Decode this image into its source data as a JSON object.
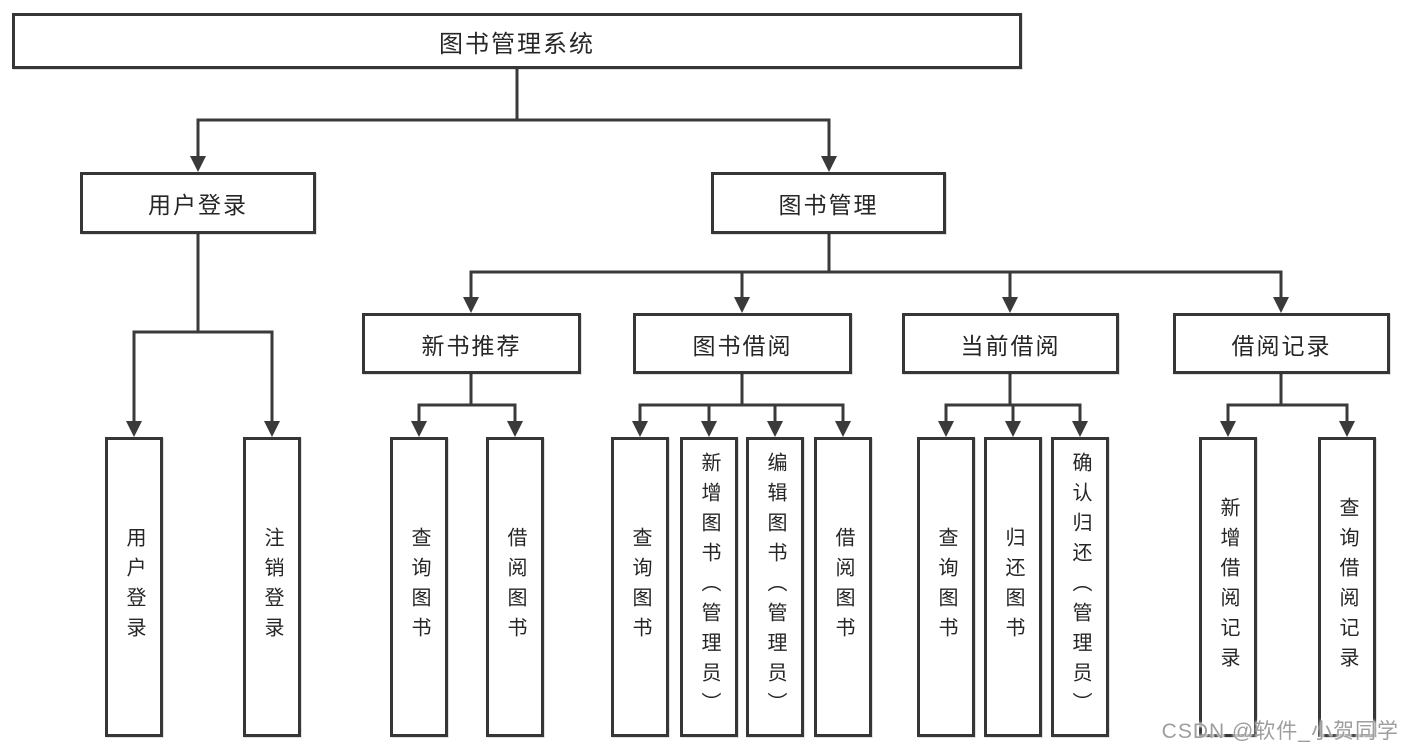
{
  "tree": {
    "label": "图书管理系统",
    "children": [
      {
        "label": "用户登录",
        "children": [
          {
            "label": "用户登录"
          },
          {
            "label": "注销登录"
          }
        ]
      },
      {
        "label": "图书管理",
        "children": [
          {
            "label": "新书推荐",
            "children": [
              {
                "label": "查询图书"
              },
              {
                "label": "借阅图书"
              }
            ]
          },
          {
            "label": "图书借阅",
            "children": [
              {
                "label": "查询图书"
              },
              {
                "label": "新增图书（管理员）"
              },
              {
                "label": "编辑图书（管理员）"
              },
              {
                "label": "借阅图书"
              }
            ]
          },
          {
            "label": "当前借阅",
            "children": [
              {
                "label": "查询图书"
              },
              {
                "label": "归还图书"
              },
              {
                "label": "确认归还（管理员）"
              }
            ]
          },
          {
            "label": "借阅记录",
            "children": [
              {
                "label": "新增借阅记录"
              },
              {
                "label": "查询借阅记录"
              }
            ]
          }
        ]
      }
    ]
  },
  "watermark": "CSDN @软件_小贺同学",
  "colors": {
    "line": "#3a3a3a",
    "box_border": "#363636",
    "text": "#262626",
    "watermark_text": "#9e9e9e",
    "background": "#ffffff"
  }
}
